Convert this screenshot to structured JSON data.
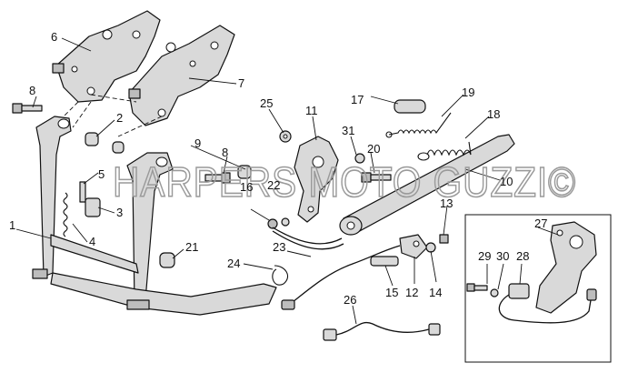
{
  "watermark": "HARPERS MOTO GUZZI©",
  "callouts": {
    "c1": "1",
    "c2": "2",
    "c3": "3",
    "c4": "4",
    "c5": "5",
    "c6": "6",
    "c7": "7",
    "c8a": "8",
    "c8b": "8",
    "c9": "9",
    "c10": "10",
    "c11": "11",
    "c12": "12",
    "c13": "13",
    "c14": "14",
    "c15": "15",
    "c16": "16",
    "c17": "17",
    "c18": "18",
    "c19": "19",
    "c20": "20",
    "c21": "21",
    "c22": "22",
    "c23": "23",
    "c24": "24",
    "c25": "25",
    "c26": "26",
    "c27": "27",
    "c28": "28",
    "c29": "29",
    "c30": "30",
    "c31": "31"
  }
}
